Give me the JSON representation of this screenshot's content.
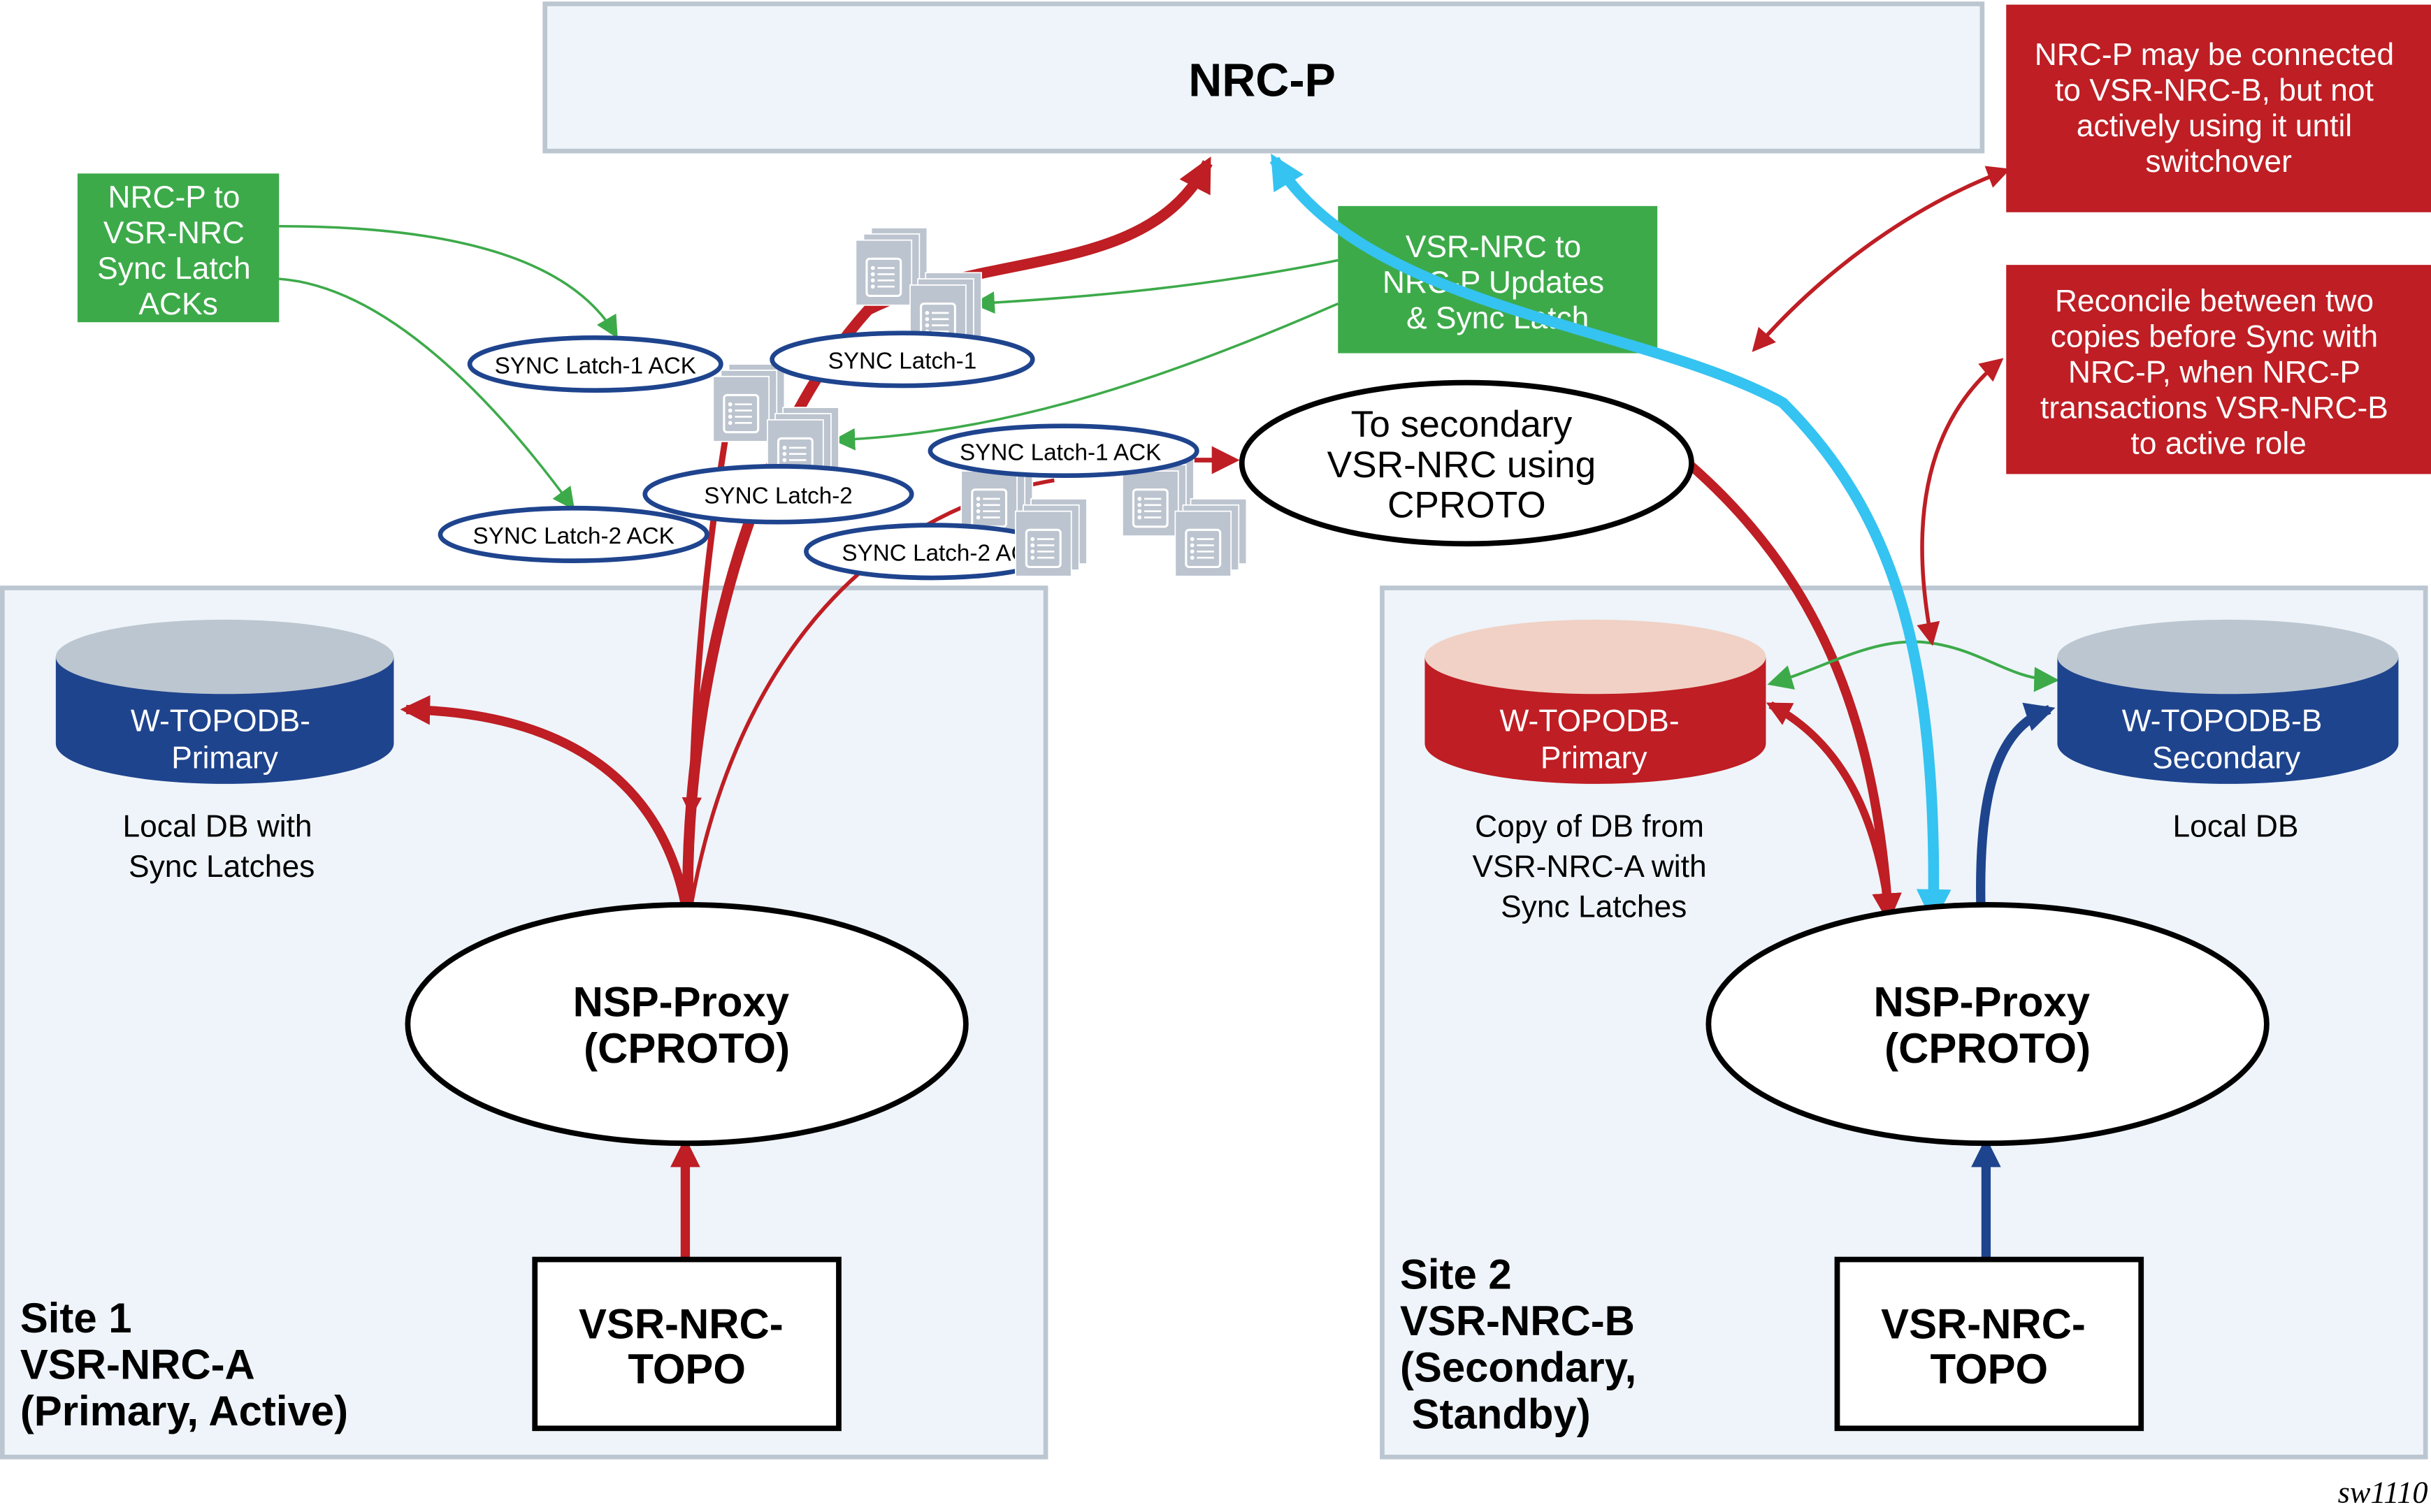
{
  "diagram": {
    "id_label": "sw1110",
    "colors": {
      "red": "#BE1E24",
      "green": "#3DAA4A",
      "blue": "#1F448E",
      "cyan": "#35C3F1",
      "site_fill": "#EEF4F9",
      "site_border": "#BBC6D1",
      "db_top_grey": "#BCC6D0",
      "db_top_pink": "#F1D1C5",
      "doc_grey": "#BCC4CF"
    },
    "nrc_p": {
      "label": "NRC-P"
    },
    "callouts": {
      "green_acks": {
        "lines": [
          "NRC-P to",
          "VSR-NRC",
          "Sync Latch",
          "ACKs"
        ]
      },
      "green_updates": {
        "lines": [
          "VSR-NRC to",
          "NRC-P Updates",
          "& Sync Latch"
        ]
      },
      "red_connected": {
        "lines": [
          "NRC-P may be connected",
          "to VSR-NRC-B, but not",
          "actively using it until",
          "switchover"
        ]
      },
      "red_reconcile": {
        "lines": [
          "Reconcile between two",
          "copies before Sync with",
          "NRC-P, when NRC-P",
          "transactions VSR-NRC-B",
          "to active role"
        ]
      }
    },
    "sync_ovals": [
      {
        "label": "SYNC Latch-1 ACK"
      },
      {
        "label": "SYNC Latch-1"
      },
      {
        "label": "SYNC Latch-2"
      },
      {
        "label": "SYNC Latch-2 ACK"
      },
      {
        "label": "SYNC Latch-1 ACK"
      },
      {
        "label": "SYNC Latch-2 ACK"
      }
    ],
    "secondary_oval": {
      "lines": [
        "To secondary",
        "VSR-NRC using",
        "CPROTO"
      ]
    },
    "site1": {
      "title_lines": [
        "Site 1",
        "VSR-NRC-A",
        "(Primary, Active)"
      ],
      "db": {
        "lines": [
          "W-TOPODB-",
          "Primary"
        ],
        "caption": [
          "Local DB with",
          "Sync Latches"
        ]
      },
      "proxy": {
        "lines": [
          "NSP-Proxy",
          "(CPROTO)"
        ]
      },
      "topo": {
        "lines": [
          "VSR-NRC-",
          "TOPO"
        ]
      }
    },
    "site2": {
      "title_lines": [
        "Site 2",
        "VSR-NRC-B",
        "(Secondary,",
        " Standby)"
      ],
      "db_primary": {
        "lines": [
          "W-TOPODB-",
          "Primary"
        ],
        "caption": [
          "Copy of DB from",
          "VSR-NRC-A with",
          "Sync Latches"
        ]
      },
      "db_secondary": {
        "lines": [
          "W-TOPODB-B",
          "Secondary"
        ],
        "caption": [
          "Local DB"
        ]
      },
      "proxy": {
        "lines": [
          "NSP-Proxy",
          "(CPROTO)"
        ]
      },
      "topo": {
        "lines": [
          "VSR-NRC-",
          "TOPO"
        ]
      }
    }
  }
}
